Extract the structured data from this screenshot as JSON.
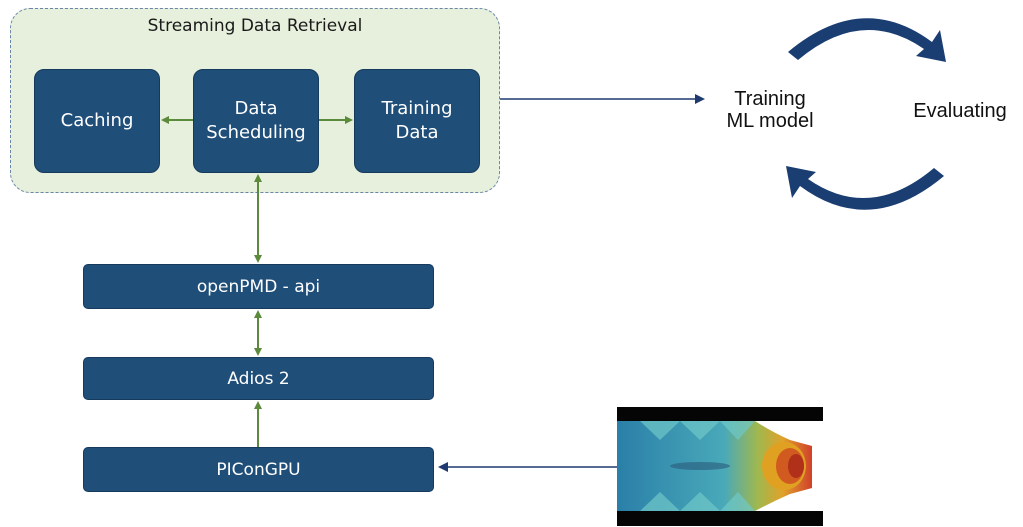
{
  "group": {
    "title": "Streaming Data Retrieval"
  },
  "boxes": {
    "caching": "Caching",
    "data_scheduling": "Data\nScheduling",
    "training_data": "Training\nData"
  },
  "stack": {
    "openpmd": "openPMD - api",
    "adios": "Adios 2",
    "piconGPU": "PIConGPU"
  },
  "loop": {
    "training": "Training\nML model",
    "evaluating": "Evaluating"
  },
  "colors": {
    "box": "#1f4e79",
    "group_fill": "#e6f0dc",
    "green_arrow": "#5a8a3a",
    "blue_arrow": "#1f3a6e"
  },
  "icons": {
    "loop_arrows": "circular-arrows-icon",
    "simulation": "plasma-simulation-image"
  }
}
